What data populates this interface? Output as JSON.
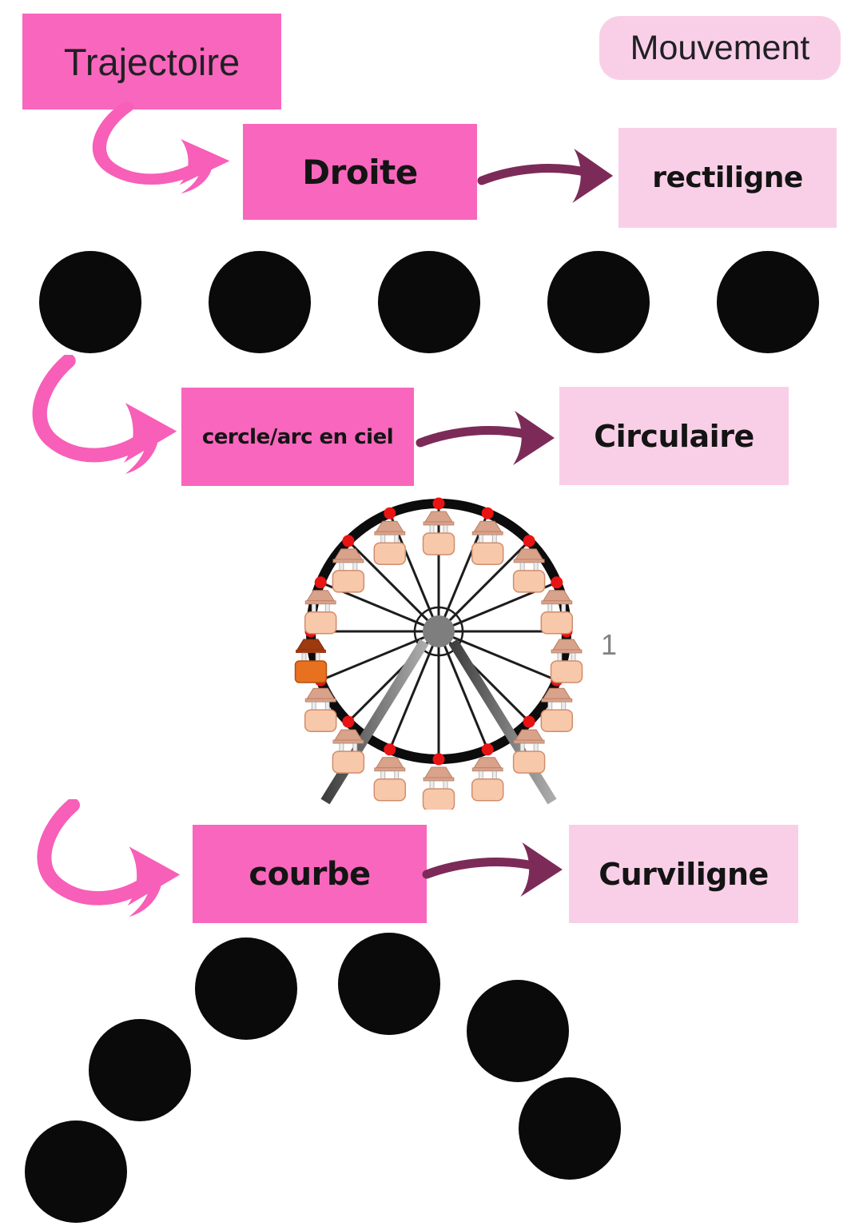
{
  "headers": {
    "trajectoire": "Trajectoire",
    "mouvement": "Mouvement"
  },
  "rows": [
    {
      "cause": "Droite",
      "effect": "rectiligne"
    },
    {
      "cause": "cercle/arc en ciel",
      "effect": "Circulaire"
    },
    {
      "cause": "courbe",
      "effect": "Curviligne"
    }
  ],
  "dots": {
    "straight_row_count": 5,
    "curved_arc_count": 6
  },
  "ferris_wheel": {
    "annotation": "1",
    "cabin_count": 16,
    "highlighted_cabin": "left side, orange"
  },
  "icons": {
    "curved_arrow": "hand-drawn pink swoosh arrow pointing right",
    "straight_arrow": "hand-drawn dark purple arrow pointing right",
    "ferris_wheel": "ferris wheel clipart, 16 cabins, one orange",
    "straight_dots": "row of 5 black dots (straight trajectory)",
    "curved_dots": "arc of 6 black dots (curved trajectory)"
  },
  "colors": {
    "hot_pink": "#f966bd",
    "light_pink": "#f9cfe7",
    "arrow_pink": "#f75fb8",
    "arrow_purple": "#7c2b58",
    "dot_black": "#0a0a0a"
  }
}
